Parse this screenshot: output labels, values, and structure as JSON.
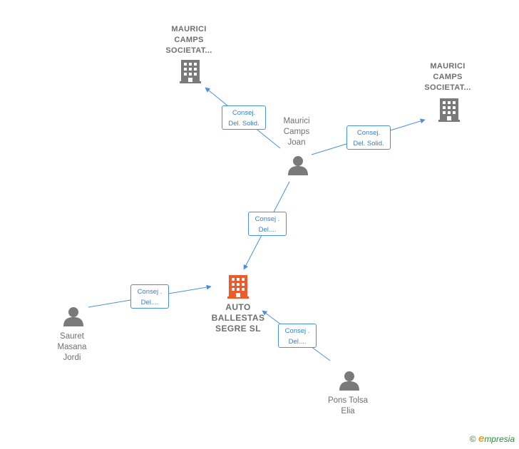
{
  "nodes": {
    "maurici_camps_1": {
      "label": "MAURICI\nCAMPS\nSOCIETAT...",
      "type": "company"
    },
    "maurici_camps_2": {
      "label": "MAURICI\nCAMPS\nSOCIETAT...",
      "type": "company"
    },
    "maurici_camps_joan": {
      "label": "Maurici\nCamps\nJoan",
      "type": "person"
    },
    "auto_ballestas": {
      "label": "AUTO\nBALLESTAS\nSEGRE SL",
      "type": "company-main"
    },
    "sauret_masana": {
      "label": "Sauret\nMasana\nJordi",
      "type": "person"
    },
    "pons_tolsa": {
      "label": "Pons Tolsa\nElia",
      "type": "person"
    }
  },
  "edges": {
    "joan_to_company1": {
      "label": "Consej.\nDel. Solid."
    },
    "joan_to_company2": {
      "label": "Consej.\nDel. Solid."
    },
    "joan_to_auto": {
      "label": "Consej .\nDel...."
    },
    "sauret_to_auto": {
      "label": "Consej .\nDel...."
    },
    "pons_to_auto": {
      "label": "Consej .\nDel...."
    }
  },
  "colors": {
    "company": "#7a7a7a",
    "main_company": "#ef5a2a",
    "person": "#7a7a7a",
    "edge": "#4a90d9"
  },
  "brand": {
    "copyright": "©",
    "e": "e",
    "rest": "mpresia"
  }
}
